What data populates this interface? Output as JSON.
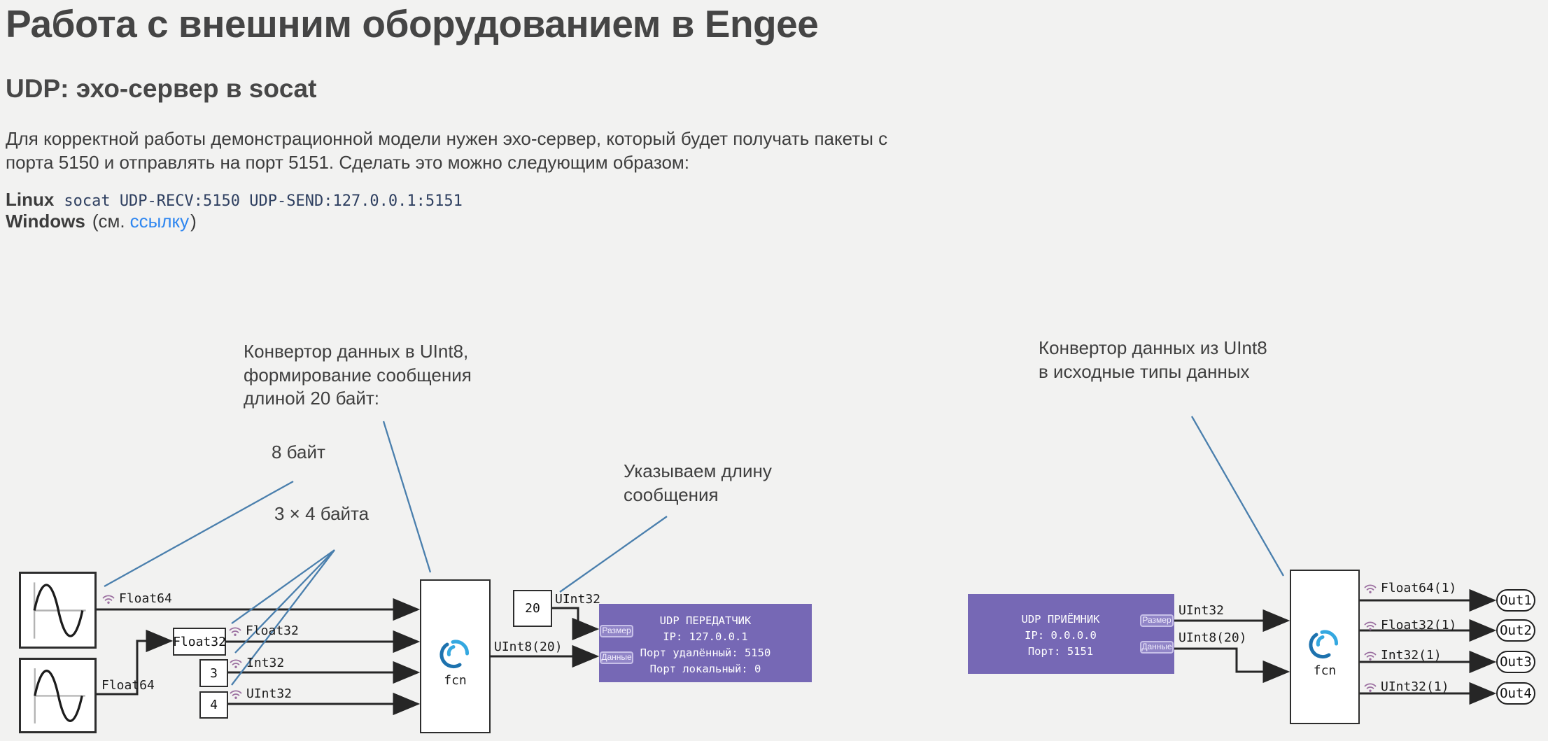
{
  "header": {
    "title": "Работа с внешним оборудованием в Engee",
    "subtitle": "UDP: эхо-сервер в socat",
    "paragraph": "Для корректной работы демонстрационной модели нужен эхо-сервер, который будет получать пакеты с порта 5150 и отправлять на порт 5151. Сделать это можно следующим образом:",
    "linux_label": "Linux",
    "linux_command": "socat UDP-RECV:5150 UDP-SEND:127.0.0.1:5151",
    "windows_label": "Windows",
    "windows_see": "(см.",
    "windows_link": "ссылку",
    "windows_close": ")"
  },
  "annotations": {
    "to_uint8": "Конвертор данных в UInt8,\nформирование сообщения\nдлиной 20 байт:",
    "bytes8": "8 байт",
    "bytes3x4": "3 × 4 байта",
    "length": "Указываем длину\nсообщения",
    "from_uint8": "Конвертор данных из UInt8\nв исходные типы данных"
  },
  "diagram": {
    "labels": {
      "float64_top": "Float64",
      "float64_bottom": "Float64",
      "float32": "Float32",
      "int32": "Int32",
      "uint32": "UInt32",
      "uint32_len": "UInt32",
      "uint8_msg": "UInt8(20)",
      "rx_uint32": "UInt32",
      "rx_uint8": "UInt8(20)"
    },
    "blocks": {
      "float32_cast": "Float32",
      "const3": "3",
      "const4": "4",
      "const20": "20",
      "fcn1": "fcn",
      "fcn2": "fcn"
    },
    "tx": {
      "title": "UDP ПЕРЕДАТЧИК",
      "ip": "IP: 127.0.0.1",
      "remote_port": "Порт удалённый: 5150",
      "local_port": "Порт локальный: 0",
      "port_size": "Размер",
      "port_data": "Данные"
    },
    "rx": {
      "title": "UDP ПРИЁМНИК",
      "ip": "IP: 0.0.0.0",
      "port": "Порт: 5151",
      "port_size": "Размер",
      "port_data": "Данные"
    },
    "outputs": [
      {
        "signal": "Float64(1)",
        "port": "Out1"
      },
      {
        "signal": "Float32(1)",
        "port": "Out2"
      },
      {
        "signal": "Int32(1)",
        "port": "Out3"
      },
      {
        "signal": "UInt32(1)",
        "port": "Out4"
      }
    ]
  },
  "colors": {
    "background": "#f2f2f1",
    "heading_text": "#454545",
    "code_text": "#2e3f60",
    "link_blue": "#2e86f0",
    "udp_purple": "#7668b5",
    "port_pill": "#9185c7",
    "annotation_line": "#4a7fad",
    "wifi_icon": "#9b6fa0",
    "engee_logo_light": "#35a8e0",
    "engee_logo_dark": "#1d72ae",
    "wire": "#262626"
  }
}
